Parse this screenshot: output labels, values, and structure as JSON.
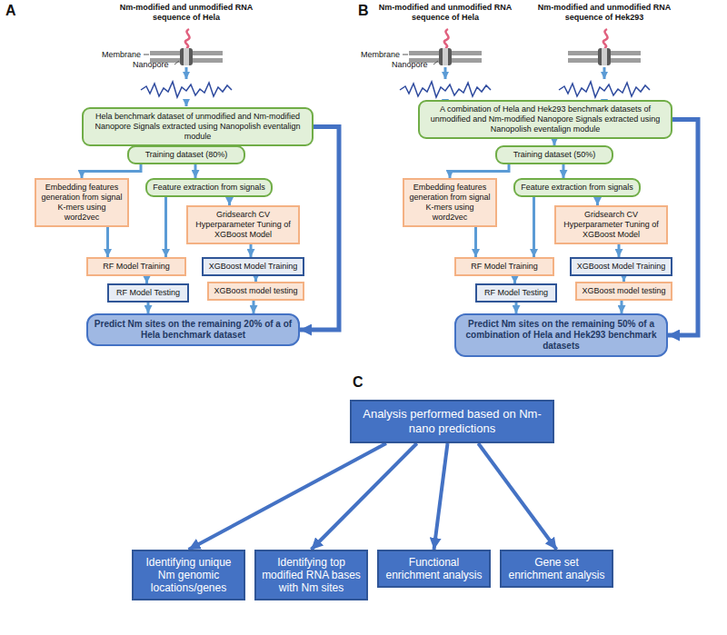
{
  "diagram": {
    "nodes": [
      {
        "text": [
          "Hela benchmark dataset of unmodified and Nm-modified Nanopore Signals extracted using Nanopolish eventalign module"
        ]
      },
      {
        "text": [
          "Training dataset (80%)"
        ]
      },
      {
        "text": [
          "Embedding features generation from signal K-mers using word2vec"
        ]
      },
      {
        "text": [
          "Feature extraction from signals"
        ]
      },
      {
        "text": [
          "Gridsearch CV Hyperparameter Tuning of XGBoost Model"
        ]
      },
      {
        "text": [
          "RF Model Training"
        ]
      },
      {
        "text": [
          "XGBoost Model Training"
        ]
      },
      {
        "text": [
          "RF Model Testing"
        ]
      },
      {
        "text": [
          "XGBoost model testing"
        ]
      },
      {
        "text": [
          "Predict Nm sites on the remaining 20% of a of Hela benchmark dataset"
        ]
      },
      {
        "text": [
          "A combination of Hela and Hek293 benchmark datasets of unmodified and Nm-modified Nanopore Signals extracted using Nanopolish eventalign module"
        ]
      },
      {
        "text": [
          "Training dataset (50%)"
        ]
      },
      {
        "text": [
          "Embedding features generation from signal K-mers using word2vec"
        ]
      },
      {
        "text": [
          "Feature extraction from signals"
        ]
      },
      {
        "text": [
          "Gridsearch CV Hyperparameter Tuning of XGBoost Model"
        ]
      },
      {
        "text": [
          "RF Model Training"
        ]
      },
      {
        "text": [
          "XGBoost Model Training"
        ]
      },
      {
        "text": [
          "RF Model Testing"
        ]
      },
      {
        "text": [
          "XGBoost model testing"
        ]
      },
      {
        "text": [
          "Predict Nm sites on the remaining 50% of a combination of Hela and Hek293 benchmark datasets"
        ]
      },
      {
        "text": [
          "Analysis performed based on Nm-nano predictions"
        ]
      },
      {
        "text": [
          "Identifying unique Nm genomic locations/genes"
        ]
      },
      {
        "text": [
          "Identifying top modified RNA bases with Nm sites"
        ]
      },
      {
        "text": [
          "Functional enrichment analysis"
        ]
      },
      {
        "text": [
          "Gene set enrichment analysis"
        ]
      }
    ],
    "edges": [
      {
        "from": 0,
        "to": 1,
        "arrow": "to"
      },
      {
        "from": 1,
        "to": 2,
        "arrow": "to"
      },
      {
        "from": 1,
        "to": 3,
        "arrow": "to"
      },
      {
        "from": 2,
        "to": 5,
        "arrow": "to"
      },
      {
        "from": 3,
        "to": 5,
        "arrow": "to"
      },
      {
        "from": 3,
        "to": 4,
        "arrow": "to"
      },
      {
        "from": 4,
        "to": 6,
        "arrow": "to"
      },
      {
        "from": 5,
        "to": 7,
        "arrow": "to"
      },
      {
        "from": 6,
        "to": 8,
        "arrow": "to"
      },
      {
        "from": 7,
        "to": 9,
        "arrow": "to"
      },
      {
        "from": 8,
        "to": 9,
        "arrow": "to"
      },
      {
        "from": 0,
        "to": 9,
        "arrow": "to"
      },
      {
        "from": 10,
        "to": 11,
        "arrow": "to"
      },
      {
        "from": 11,
        "to": 12,
        "arrow": "to"
      },
      {
        "from": 11,
        "to": 13,
        "arrow": "to"
      },
      {
        "from": 12,
        "to": 15,
        "arrow": "to"
      },
      {
        "from": 13,
        "to": 15,
        "arrow": "to"
      },
      {
        "from": 13,
        "to": 14,
        "arrow": "to"
      },
      {
        "from": 14,
        "to": 16,
        "arrow": "to"
      },
      {
        "from": 15,
        "to": 17,
        "arrow": "to"
      },
      {
        "from": 16,
        "to": 18,
        "arrow": "to"
      },
      {
        "from": 17,
        "to": 19,
        "arrow": "to"
      },
      {
        "from": 18,
        "to": 19,
        "arrow": "to"
      },
      {
        "from": 10,
        "to": 19,
        "arrow": "to"
      },
      {
        "from": 20,
        "to": 21,
        "arrow": "to"
      },
      {
        "from": 20,
        "to": 22,
        "arrow": "to"
      },
      {
        "from": 20,
        "to": 23,
        "arrow": "to"
      },
      {
        "from": 20,
        "to": 24,
        "arrow": "to"
      }
    ],
    "labels": [
      "A",
      "Nm-modified and unmodified RNA sequence of Hela",
      "Membrane",
      "Nanopore",
      "B",
      "Nm-modified and unmodified RNA sequence of Hela",
      "Nm-modified and unmodified RNA sequence of Hek293",
      "Membrane",
      "Nanopore",
      "C"
    ]
  }
}
